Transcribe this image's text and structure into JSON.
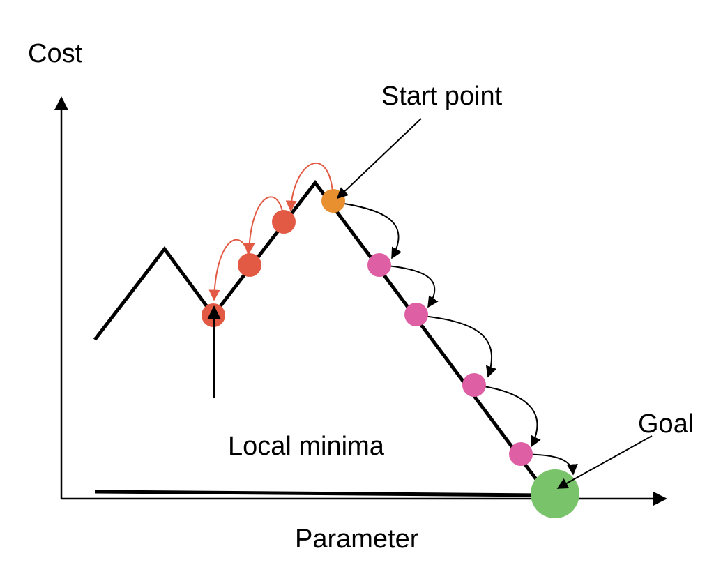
{
  "labels": {
    "y_axis": "Cost",
    "x_axis": "Parameter",
    "start": "Start point",
    "goal": "Goal",
    "local_minima": "Local minima"
  },
  "colors": {
    "axis": "#000000",
    "curve": "#000000",
    "start_point": "#E8902F",
    "local_path": "#E25A44",
    "goal_path": "#DE5FA4",
    "goal": "#79C46A",
    "local_arrow": "#E25A44",
    "goal_arrow": "#000000"
  },
  "markers": {
    "start": "start-point",
    "uphill_steps": 3,
    "downhill_steps": 4,
    "goal": "goal-point"
  }
}
